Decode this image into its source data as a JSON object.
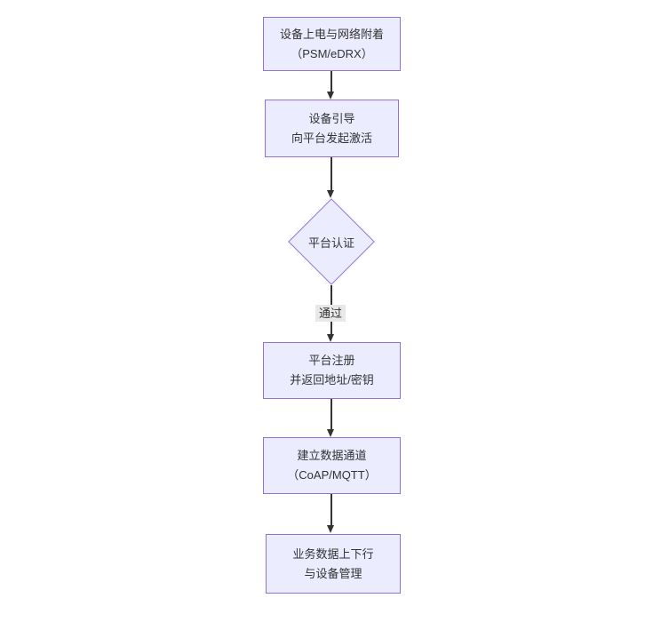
{
  "diagram": {
    "type": "flowchart",
    "direction": "top-down",
    "colors": {
      "background": "#ffffff",
      "node_fill": "#ECECFF",
      "node_border": "#9370DB",
      "text": "#333333",
      "edge": "#333333",
      "edge_label_bg": "#e8e8e8"
    },
    "nodes": [
      {
        "id": "power-attach",
        "shape": "rect",
        "lines": [
          "设备上电与网络附着",
          "（PSM/eDRX）"
        ]
      },
      {
        "id": "bootstrap",
        "shape": "rect",
        "lines": [
          "设备引导",
          "向平台发起激活"
        ]
      },
      {
        "id": "platform-auth",
        "shape": "diamond",
        "lines": [
          "平台认证"
        ]
      },
      {
        "id": "register",
        "shape": "rect",
        "lines": [
          "平台注册",
          "并返回地址/密钥"
        ]
      },
      {
        "id": "data-channel",
        "shape": "rect",
        "lines": [
          "建立数据通道",
          "（CoAP/MQTT）"
        ]
      },
      {
        "id": "business-data",
        "shape": "rect",
        "lines": [
          "业务数据上下行",
          "与设备管理"
        ]
      }
    ],
    "edges": [
      {
        "from": "power-attach",
        "to": "bootstrap",
        "label": ""
      },
      {
        "from": "bootstrap",
        "to": "platform-auth",
        "label": ""
      },
      {
        "from": "platform-auth",
        "to": "register",
        "label": "通过"
      },
      {
        "from": "register",
        "to": "data-channel",
        "label": ""
      },
      {
        "from": "data-channel",
        "to": "business-data",
        "label": ""
      }
    ]
  }
}
